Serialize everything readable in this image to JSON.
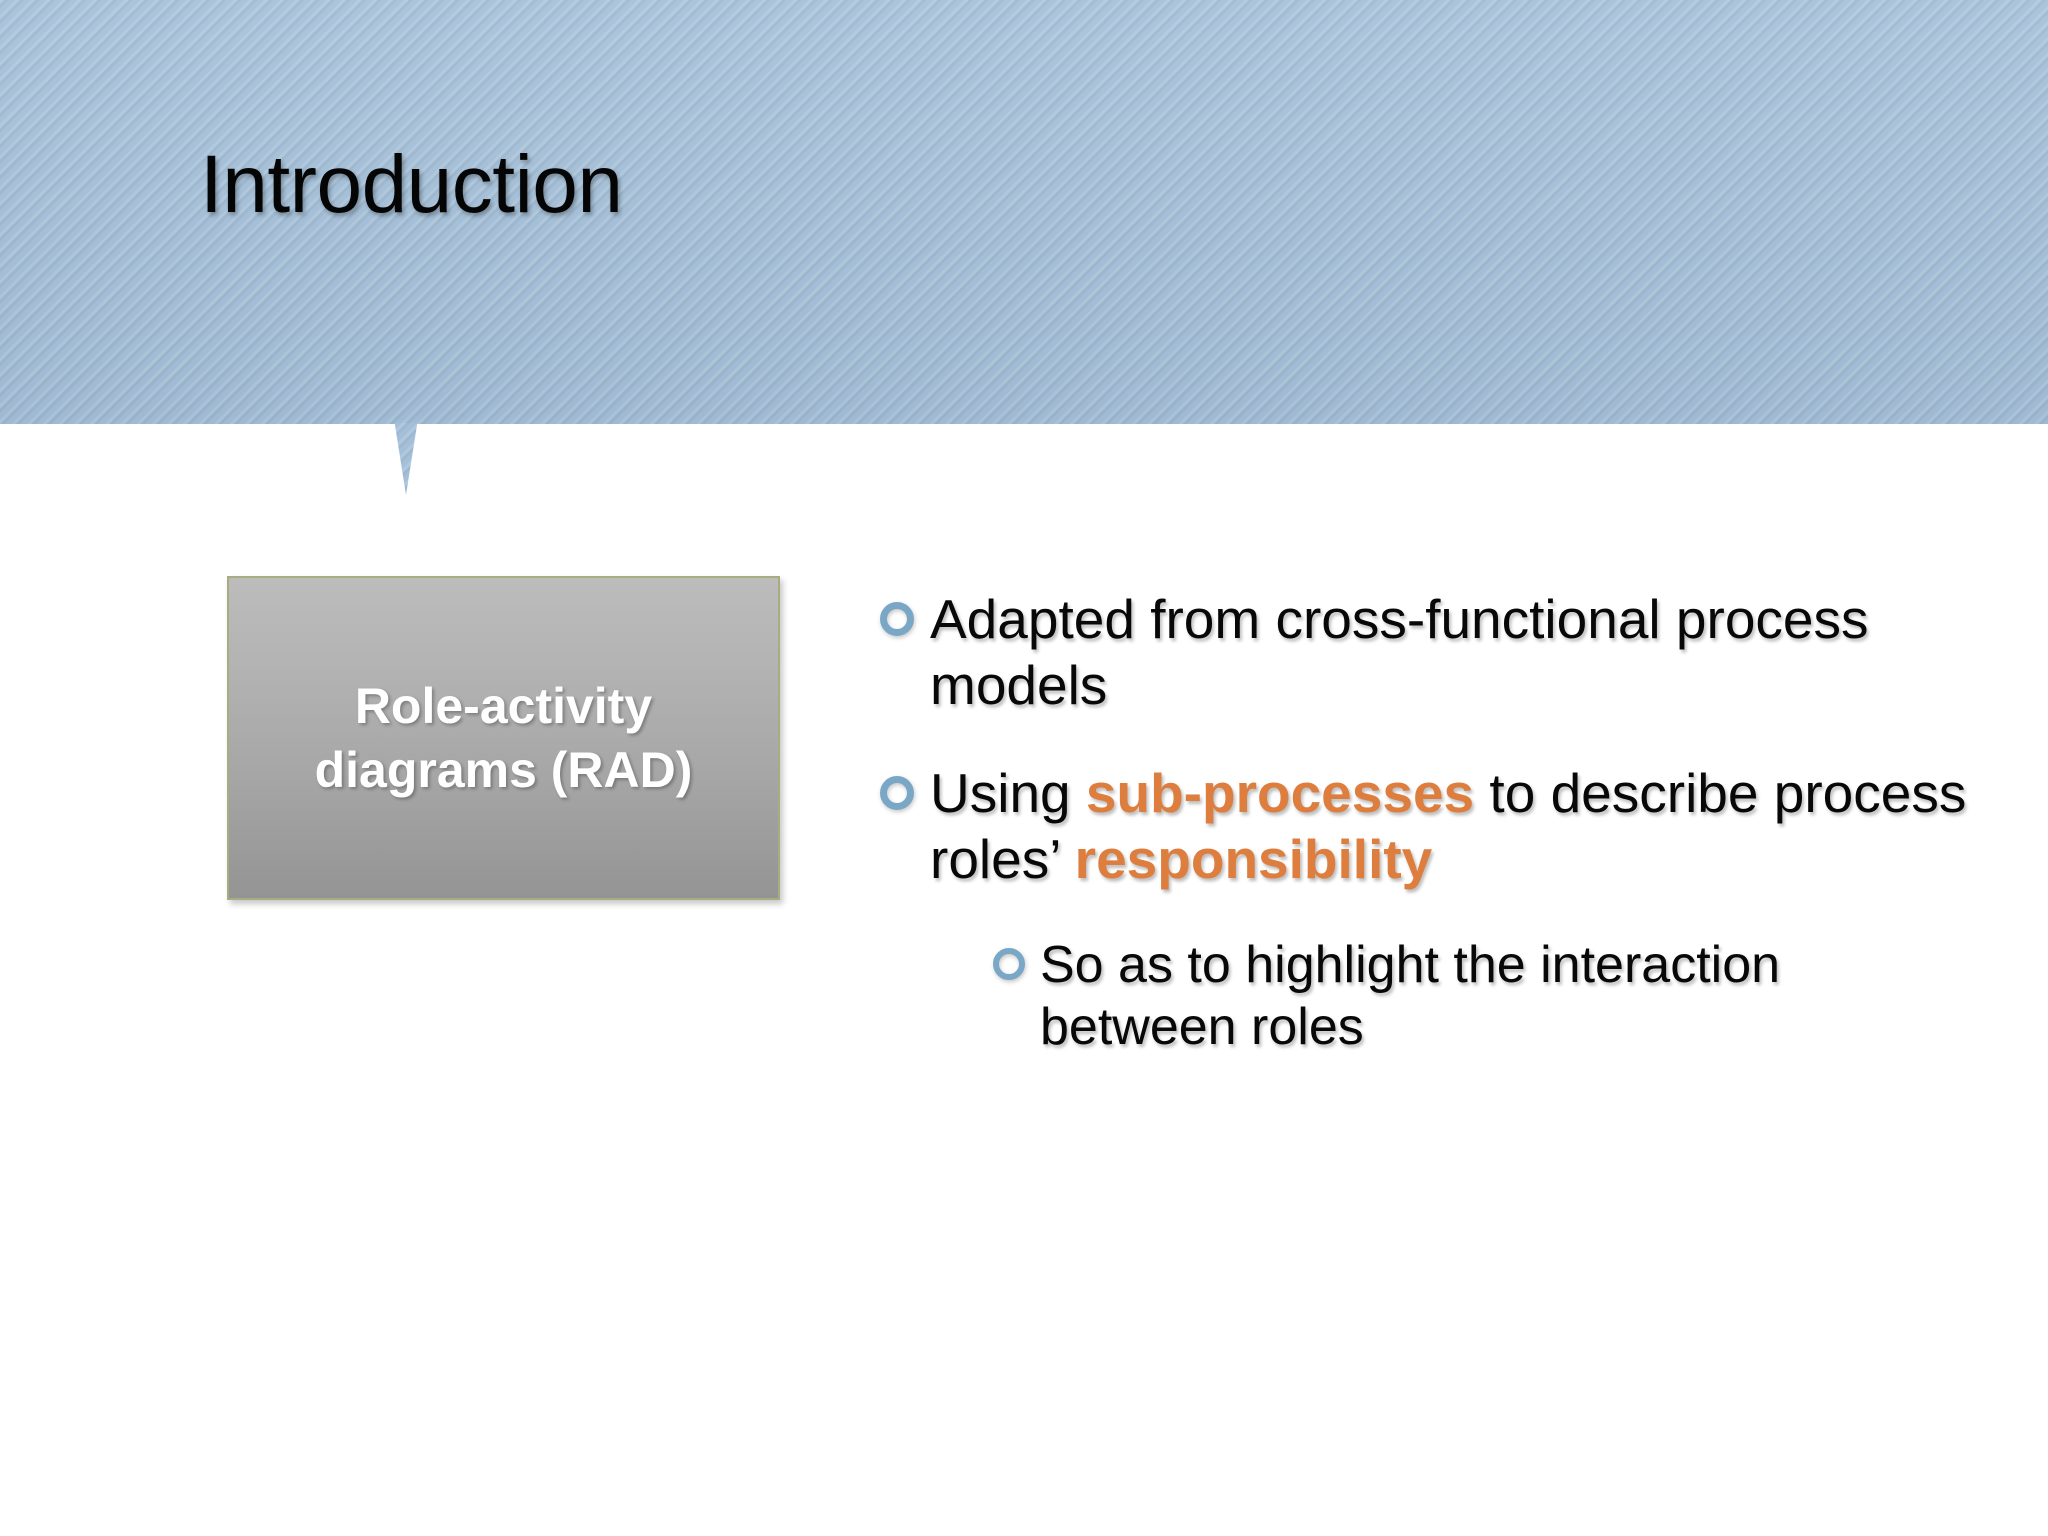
{
  "slide": {
    "title": "Introduction",
    "background_color": "#ffffff",
    "banner_color": "#a4c0d9",
    "banner_pattern": "diagonal-stripes"
  },
  "callout_box": {
    "label": "Role-activity diagrams (RAD)",
    "text_color": "#ffffff",
    "fill_top": "#bcbcbc",
    "fill_bottom": "#949494",
    "border_color": "#a9ab80"
  },
  "bullets": {
    "marker_color": "#7ba7c7",
    "marker_icon": "hollow-circle-icon",
    "highlight_color": "#dd7e3f",
    "items": [
      {
        "level": 1,
        "parts": [
          {
            "text": "Adapted from cross-functional process models",
            "highlight": false
          }
        ]
      },
      {
        "level": 1,
        "parts": [
          {
            "text": "Using ",
            "highlight": false
          },
          {
            "text": "sub-processes",
            "highlight": true
          },
          {
            "text": " to describe process roles’ ",
            "highlight": false
          },
          {
            "text": "responsibility",
            "highlight": true
          }
        ]
      },
      {
        "level": 2,
        "parts": [
          {
            "text": "So as to highlight the interaction between roles",
            "highlight": false
          }
        ]
      }
    ]
  }
}
